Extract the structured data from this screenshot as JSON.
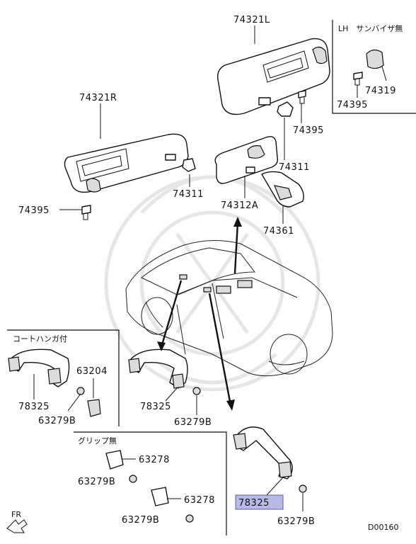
{
  "labels": {
    "p74321L": "74321L",
    "p74321R": "74321R",
    "p74395_a": "74395",
    "p74395_b": "74395",
    "p74395_c": "74395",
    "p74319": "74319",
    "p74311_a": "74311",
    "p74311_b": "74311",
    "p74312A": "74312A",
    "p74361": "74361",
    "p63204": "63204",
    "p78325_a": "78325",
    "p78325_b": "78325",
    "p78325_c": "78325",
    "p63279B_a": "63279B",
    "p63279B_b": "63279B",
    "p63279B_c": "63279B",
    "p63279B_d": "63279B",
    "p63279B_e": "63279B",
    "p63278_a": "63278",
    "p63278_b": "63278"
  },
  "boxes": {
    "lh_no_sunvisor": "LH　サンバイザ無",
    "coat_hanger": "コートハンガ付",
    "no_grip": "グリップ無"
  },
  "fr_label": "FR",
  "diagram_code": "D00160",
  "highlighted_part": "78325"
}
